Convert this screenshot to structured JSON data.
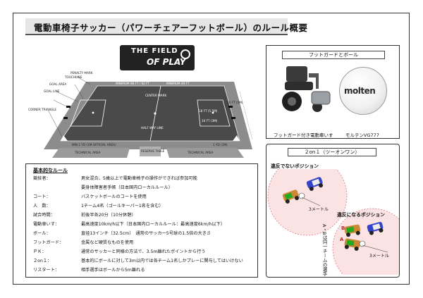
{
  "title": "電動車椅子サッカー（パワーチェアーフットボール）のルール概要",
  "logo": {
    "line1": "THE FIELD",
    "line2": "OF PLAY"
  },
  "field_labels": {
    "touchline": "TOUCHLINE",
    "penalty_mark": "PENALTY MARK",
    "goal_area": "GOAL AREA",
    "goal_line": "GOAL LINE",
    "corner_triangle": "CORNER TRIANGLE",
    "center_mark": "CENTER MARK",
    "half_way_line": "HALF WAY LINE",
    "min_top": "MINIMUM 98 FT / 92 FT",
    "min_right_top": "MINIMUM 49 FT",
    "dim_18": "18 FT (5.5M)",
    "dim_10": "10 FT (3M)",
    "dim_16": "16 FT (5M)",
    "bottom_min": "MIN 1 YD (1M OFFICIAL AREA)",
    "one_yd": "1 YD (1M)",
    "technical_left": "TECHNICAL AREA",
    "technical_right": "TECHNICAL AREA",
    "reserve": "RESERVE TABLE"
  },
  "ball_panel": {
    "header": "フットガードとボール",
    "chair_caption": "フットガード付き電動車いす",
    "ball_caption": "モルテンVG777",
    "ball_brand": "molten"
  },
  "position_panel": {
    "header": "２on１（ツーオンワン）",
    "not_violation": "違反でないポジション",
    "violation": "違反になるポジション",
    "meter_1": "3メートル",
    "meter_2": "3メートル",
    "side_note": "A・Bは同一チームの選手",
    "tag_a": "A",
    "tag_b": "B"
  },
  "rules": {
    "heading": "基本的なルール",
    "rows": [
      {
        "k": "競技者：",
        "v": "男女混合、5歳以上で電動車椅子の操作ができれば参加可能"
      },
      {
        "k": "",
        "v": "要身体障害者手帳（日本国内ローカルルール）"
      },
      {
        "k": "コート：",
        "v": "バスケットボールのコートを使用"
      },
      {
        "k": "人　数：",
        "v": "1チーム4名（ゴールキーパー1名を含む）"
      },
      {
        "k": "試合時間：",
        "v": "前後半各20分（10分休憩）"
      },
      {
        "k": "電動車いす：",
        "v": "最高速度10km/h以下（日本国内ローカルルール：最高速度6km/h以下）"
      },
      {
        "k": "ボール：",
        "v": "直径13インチ（32.5cm）　通常のサッカー5号球の1.5倍の大きさ"
      },
      {
        "k": "フットガード：",
        "v": "金属など硬質なものを使用"
      },
      {
        "k": "ＰＫ：",
        "v": "通常のサッカーと同様の方法で、3.5m離れたポイントから行う"
      },
      {
        "k": "２on１：",
        "v": "基本的にボールに対して3m以内では各チーム1名しかプレーに関与してはいけない"
      },
      {
        "k": "リスタート：",
        "v": "相手選手はボールから5m離れる"
      }
    ]
  }
}
